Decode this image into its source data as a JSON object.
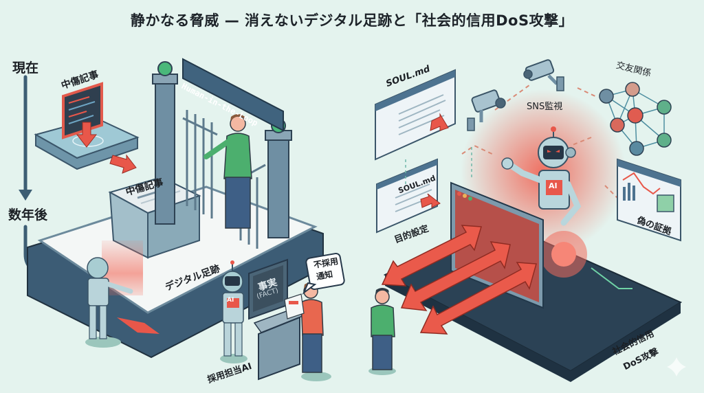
{
  "title": "静かなる脅威 — 消えないデジタル足跡と「社会的信用DoS攻撃」",
  "left_panel": {
    "timeline": {
      "start": "現在",
      "later": "数年後"
    },
    "defamation_article_top": "中傷記事",
    "defamation_article_block": "中傷記事",
    "gate_sign": "Human-in-the-Loop",
    "digital_footprint": "デジタル足跡",
    "terminal_text": "事実",
    "terminal_subtext": "(FACT)",
    "rejection_bubble": "不採用\n通知",
    "rejection_line1": "不採用",
    "rejection_line2": "通知",
    "recruiter_ai": "採用担当AI",
    "ai_badge": "AI"
  },
  "right_panel": {
    "soul_file_top": "SOUL.md",
    "soul_file_bottom": "SOUL.md",
    "goal_setting": "目的設定",
    "sns_monitoring": "SNS監視",
    "social_graph": "交友関係",
    "fake_evidence": "偽の証拠",
    "ai_badge": "AI",
    "attack_label_line1": "社会的信用",
    "attack_label_line2": "DoS攻撃"
  },
  "colors": {
    "background": "#e4f3ee",
    "accent_red": "#e8574a",
    "slate": "#3e5f78",
    "dark_base": "#2b4255",
    "green_person": "#4caf6e",
    "orange_person": "#e8674f"
  }
}
